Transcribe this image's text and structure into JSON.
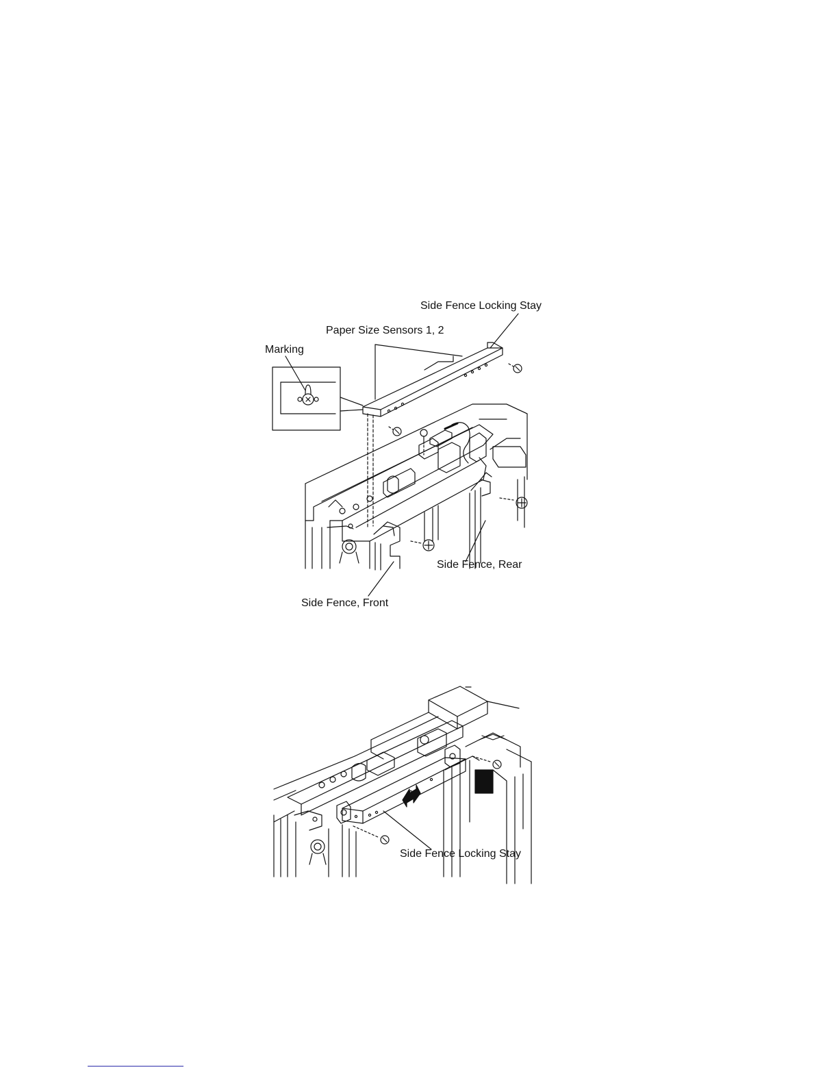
{
  "figure1": {
    "labels": {
      "locking_stay": "Side Fence Locking Stay",
      "paper_size_sensors": "Paper Size Sensors 1, 2",
      "marking": "Marking",
      "side_fence_rear": "Side Fence, Rear",
      "side_fence_front": "Side Fence, Front"
    }
  },
  "figure2": {
    "labels": {
      "locking_stay": "Side Fence Locking Stay"
    }
  },
  "colors": {
    "ink": "#111111",
    "footer_rule": "#2a2aa8"
  }
}
